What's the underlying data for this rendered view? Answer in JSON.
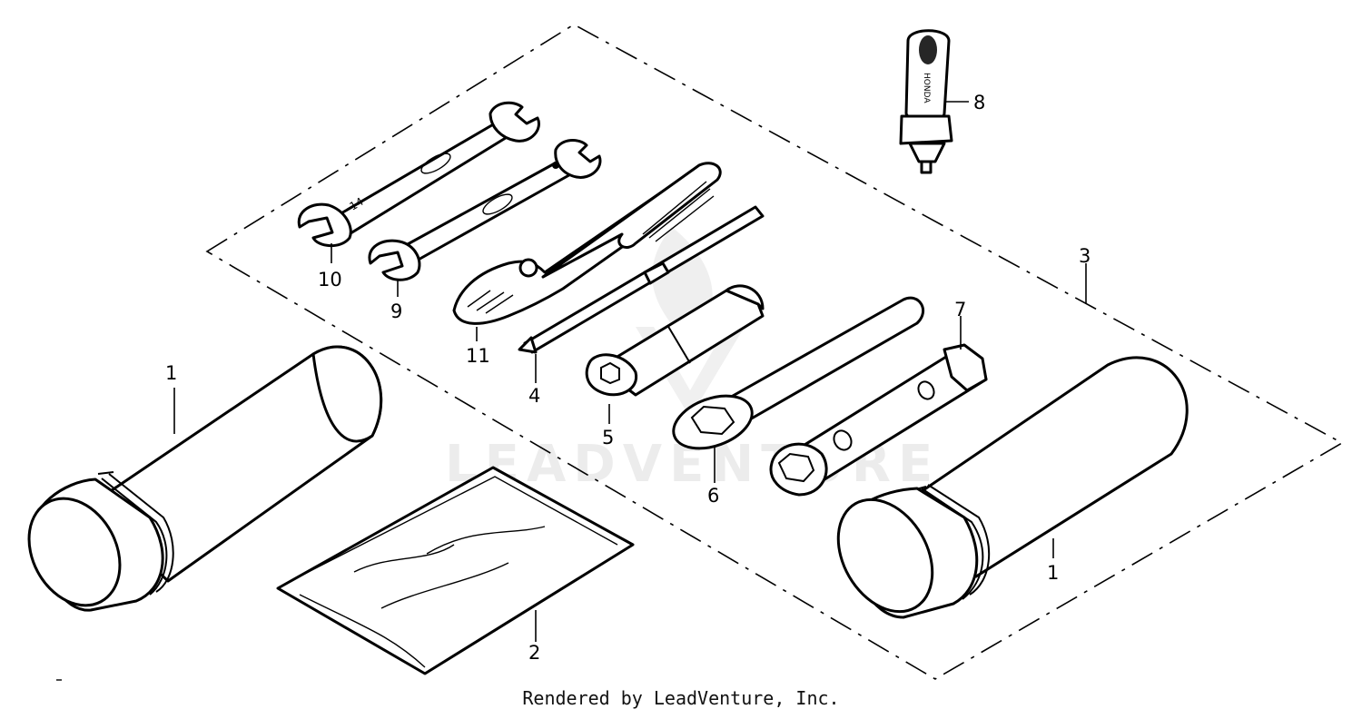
{
  "diagram": {
    "watermark": "LEADVENTURE",
    "footer": "Rendered by LeadVenture, Inc.",
    "callouts": [
      {
        "id": "1a",
        "label": "1"
      },
      {
        "id": "1b",
        "label": "1"
      },
      {
        "id": "2",
        "label": "2"
      },
      {
        "id": "3",
        "label": "3"
      },
      {
        "id": "4",
        "label": "4"
      },
      {
        "id": "5",
        "label": "5"
      },
      {
        "id": "6",
        "label": "6"
      },
      {
        "id": "7",
        "label": "7"
      },
      {
        "id": "8",
        "label": "8"
      },
      {
        "id": "9",
        "label": "9"
      },
      {
        "id": "10",
        "label": "10"
      },
      {
        "id": "11",
        "label": "11"
      }
    ]
  }
}
